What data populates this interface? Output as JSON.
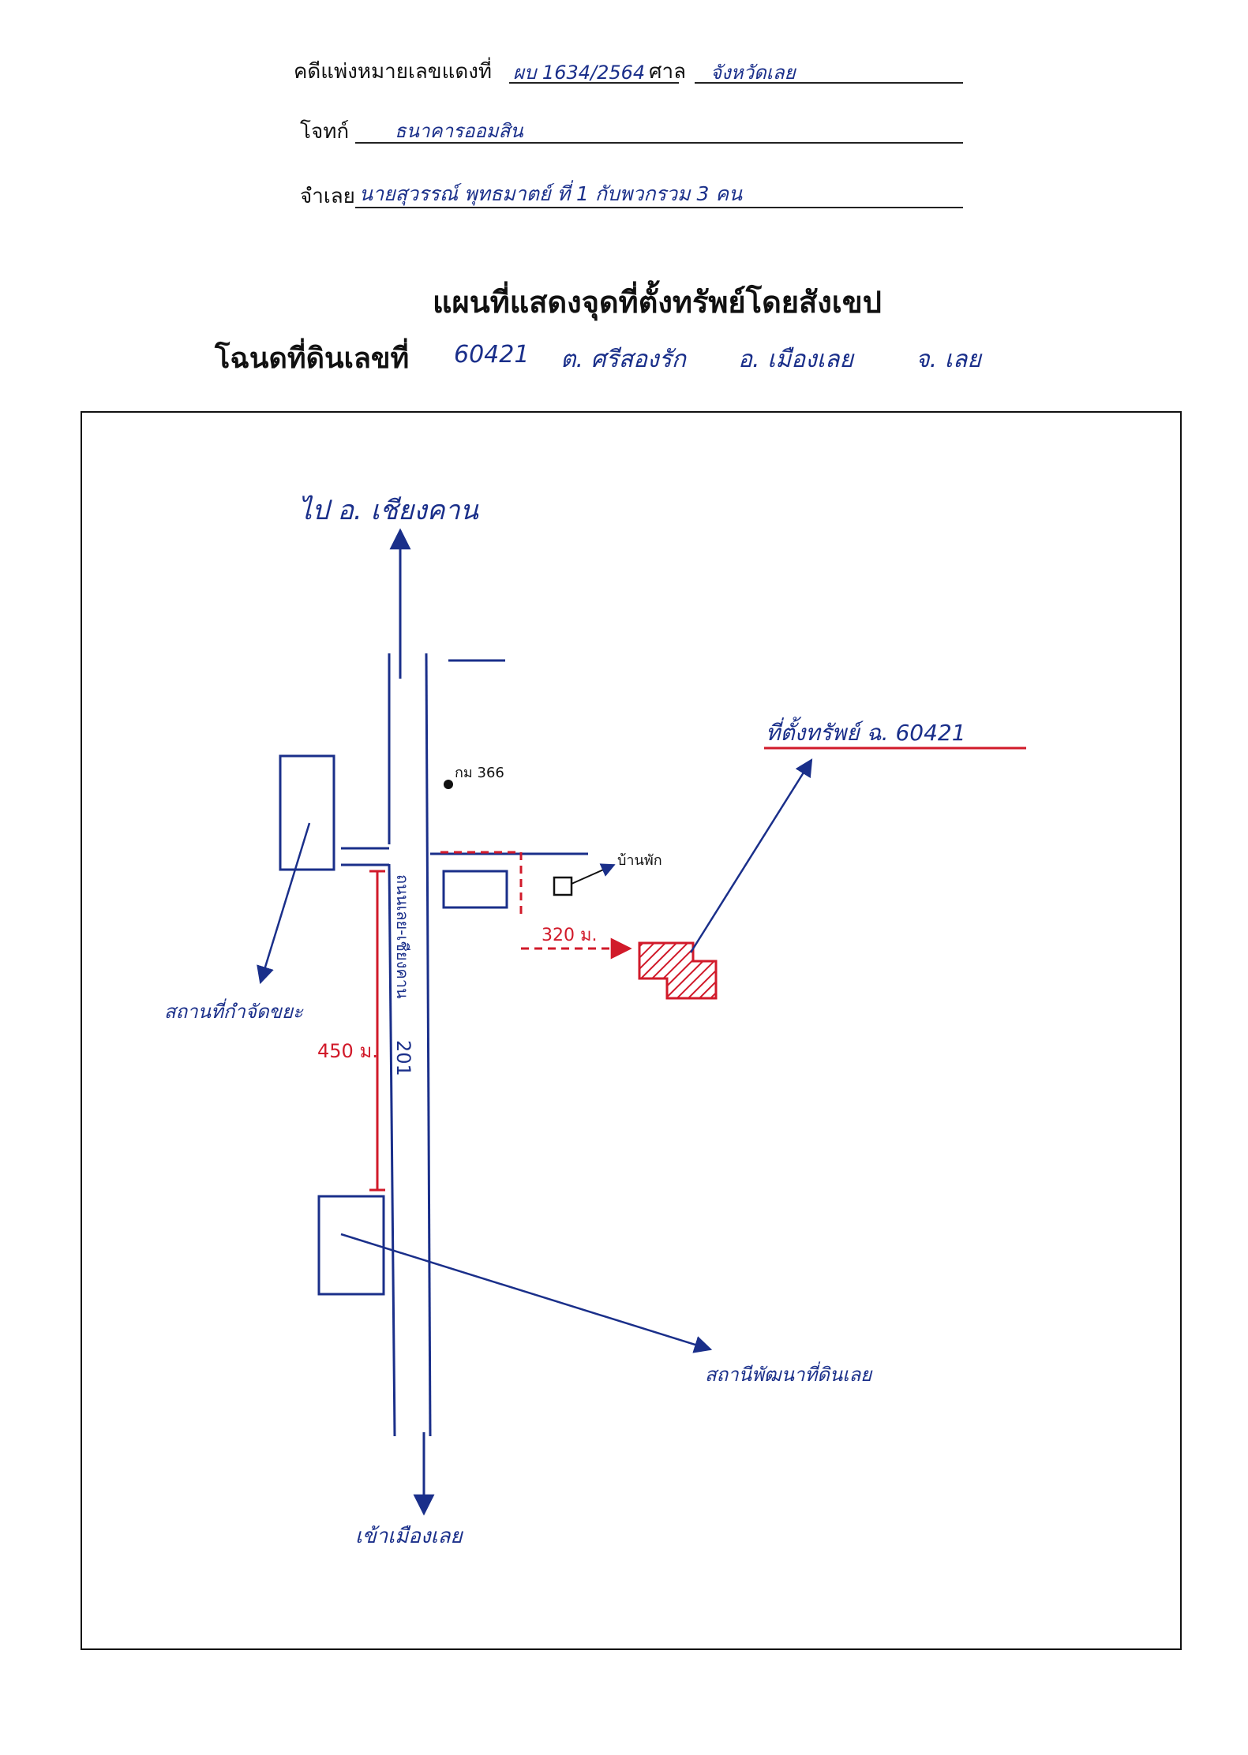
{
  "header": {
    "case_label": "คดีแพ่งหมายเลขแดงที่",
    "case_number": "ผบ 1634/2564",
    "court_label": "ศาล",
    "court_name": "จังหวัดเลย",
    "plaintiff_label": "โจทก์",
    "plaintiff_name": "ธนาคารออมสิน",
    "defendant_label": "จำเลย",
    "defendant_name": "นายสุวรรณ์ พุทธมาตย์ ที่ 1 กับพวกรวม 3 คน"
  },
  "title": "แผนที่แสดงจุดที่ตั้งทรัพย์โดยสังเขป",
  "deed": {
    "label": "โฉนดที่ดินเลขที่",
    "number": "60421",
    "subdistrict": "ต. ศรีสองรัก",
    "district": "อ. เมืองเลย",
    "province": "จ. เลย"
  },
  "map": {
    "to_north": "ไป อ. เชียงคาน",
    "to_south": "เข้าเมืองเลย",
    "road_name": "ถนนเลย-เชียงคาน",
    "road_number": "201",
    "km_marker": "กม 366",
    "house_label": "บ้านพัก",
    "property_label": "ที่ตั้งทรัพย์ ฉ. 60421",
    "distance_property": "320 ม.",
    "distance_road": "450 ม.",
    "waste_station": "สถานที่กำจัดขยะ",
    "loei_station": "สถานีพัฒนาที่ดินเลย",
    "colors": {
      "ink": "#1a2f8a",
      "red": "#d11a2a",
      "frame": "#111111"
    }
  }
}
